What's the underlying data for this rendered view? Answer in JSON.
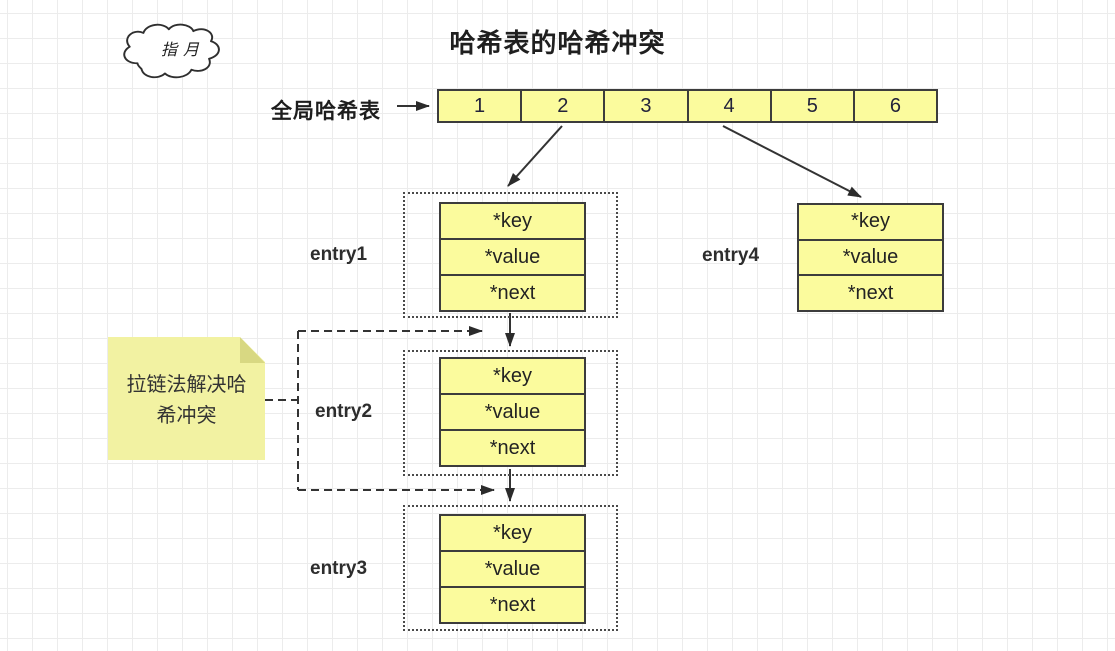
{
  "title": "哈希表的哈希冲突",
  "cloud": {
    "label": "指月"
  },
  "hash_table": {
    "label": "全局哈希表",
    "cells": [
      "1",
      "2",
      "3",
      "4",
      "5",
      "6"
    ]
  },
  "entries": [
    {
      "label": "entry1",
      "fields": [
        "*key",
        "*value",
        "*next"
      ]
    },
    {
      "label": "entry2",
      "fields": [
        "*key",
        "*value",
        "*next"
      ]
    },
    {
      "label": "entry3",
      "fields": [
        "*key",
        "*value",
        "*next"
      ]
    },
    {
      "label": "entry4",
      "fields": [
        "*key",
        "*value",
        "*next"
      ]
    }
  ],
  "note": {
    "text": "拉链法解决哈希冲突"
  },
  "colors": {
    "cell_fill": "#FBFB9D",
    "cell_border": "#3C3C3C",
    "note_fill": "#F2F2A2",
    "note_fold": "#D8D882",
    "arrow": "#333333",
    "grid_line": "#ECECEC"
  }
}
